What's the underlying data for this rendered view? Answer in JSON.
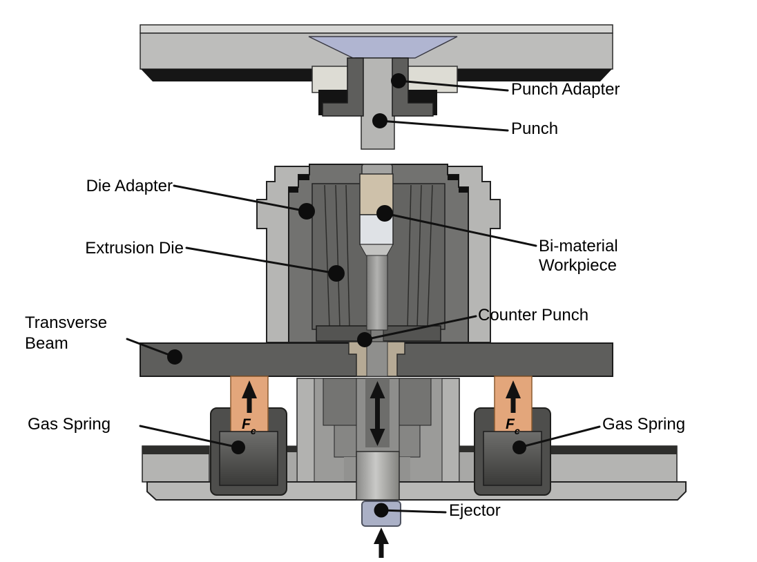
{
  "diagram": {
    "type": "technical-cross-section",
    "labels": {
      "punch_adapter": "Punch Adapter",
      "punch": "Punch",
      "die_adapter": "Die Adapter",
      "extrusion_die": "Extrusion Die",
      "bi_material_line1": "Bi-material",
      "bi_material_line2": "Workpiece",
      "counter_punch": "Counter Punch",
      "transverse_line1": "Transverse",
      "transverse_line2": "Beam",
      "gas_spring_left": "Gas Spring",
      "gas_spring_right": "Gas Spring",
      "ejector": "Ejector",
      "force_symbol": "F",
      "force_subscript": "c"
    },
    "colors": {
      "background": "#ffffff",
      "metal_light": "#bcbcba",
      "metal_mid": "#9b9b99",
      "dark_steel": "#5e5e5c",
      "die_dark": "#646462",
      "black_edge": "#161616",
      "gas_spring_rod_orange": "#e3a67b",
      "punch_holder_blue": "#b0b5d1",
      "workpiece_top_tan": "#cec1aa",
      "workpiece_bottom_pale": "#dfe2e6",
      "bushing_tan": "#b6aa95",
      "ejector_blue": "#aab0c6",
      "label_text": "#000000",
      "leader_line": "#111111"
    }
  }
}
